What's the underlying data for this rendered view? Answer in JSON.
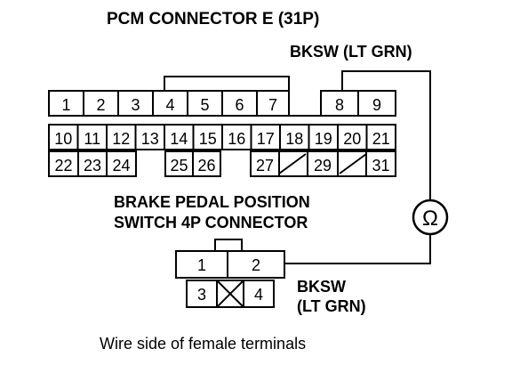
{
  "pcm_connector": {
    "title": "PCM CONNECTOR E (31P)",
    "top_row": [
      "1",
      "2",
      "3",
      "4",
      "5",
      "6",
      "7",
      "8",
      "9"
    ],
    "mid_row": [
      "10",
      "11",
      "12",
      "13",
      "14",
      "15",
      "16",
      "17",
      "18",
      "19",
      "20",
      "21"
    ],
    "bottom_row": [
      "22",
      "23",
      "24",
      "25",
      "26",
      "27",
      "29",
      "31"
    ]
  },
  "wire_label_top": "BKSW (LT GRN)",
  "ohmmeter_symbol": "Ω",
  "switch_connector": {
    "title_line1": "BRAKE PEDAL POSITION",
    "title_line2": "SWITCH 4P CONNECTOR",
    "terminals": [
      "1",
      "2",
      "3",
      "4"
    ]
  },
  "wire_label_bottom": {
    "line1": "BKSW",
    "line2": "(LT GRN)"
  },
  "caption": "Wire side of female terminals"
}
